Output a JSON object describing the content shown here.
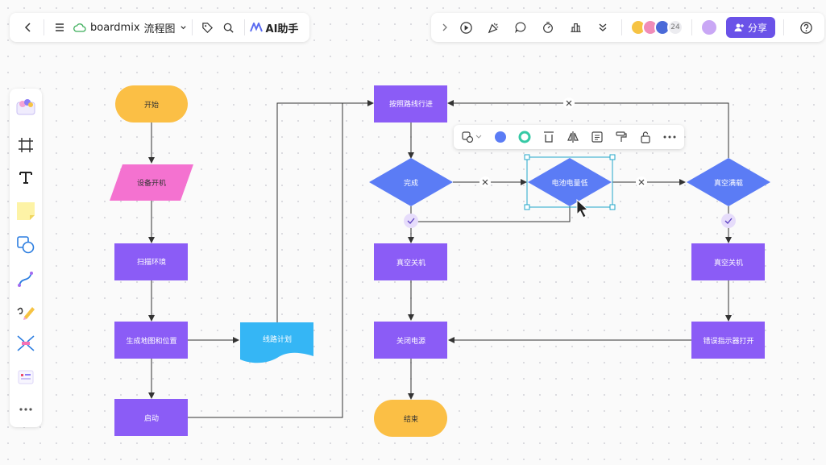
{
  "toolbar": {
    "brand": "boardmix",
    "doc_title": "流程图",
    "ai_label": "AI助手",
    "avatar_count": "24",
    "share_label": "分享"
  },
  "colors": {
    "accent": "#6a52e8",
    "process": "#8b5cf6",
    "decision": "#5b7cf5",
    "terminal": "#fbbf45",
    "input": "#f472d0",
    "document": "#35b6f5"
  },
  "flow": {
    "start": "开始",
    "power_on": "设备开机",
    "scan": "扫描环境",
    "gen_map": "生成地图和位置",
    "route_plan": "线路计划",
    "launch": "启动",
    "follow_route": "按照路线行进",
    "done": "完成",
    "battery_low": "电池电量低",
    "vacuum_full": "真空满载",
    "vacuum_off_1": "真空关机",
    "vacuum_off_2": "真空关机",
    "power_off": "关闭电源",
    "error_light": "错误指示器打开",
    "end": "结束"
  }
}
